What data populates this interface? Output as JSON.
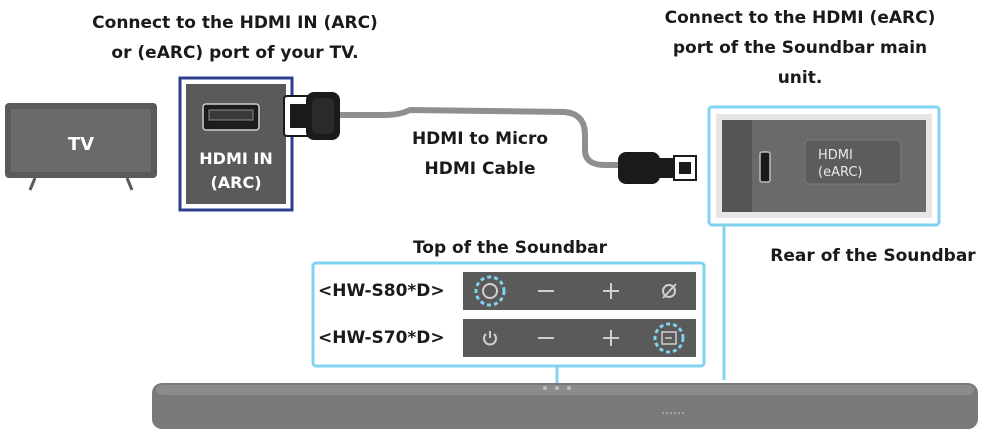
{
  "captions": {
    "tv_port_line1": "Connect to the HDMI IN (ARC)",
    "tv_port_line2": "or (eARC) port of your TV.",
    "soundbar_port_line1": "Connect to the HDMI (eARC)",
    "soundbar_port_line2": "port of the Soundbar main",
    "soundbar_port_line3": "unit.",
    "cable_line1": "HDMI to Micro",
    "cable_line2": "HDMI Cable",
    "top_of_soundbar": "Top of the Soundbar",
    "rear_of_soundbar": "Rear of the Soundbar"
  },
  "tv": {
    "label": "TV"
  },
  "tv_port": {
    "label_line1": "HDMI IN",
    "label_line2": "(ARC)"
  },
  "soundbar_port": {
    "label_line1": "HDMI",
    "label_line2": "(eARC)"
  },
  "models": [
    {
      "name": "<HW-S80*D>",
      "buttons": [
        "multi-function-icon",
        "minus-icon",
        "plus-icon",
        "mic-off-icon"
      ],
      "highlighted": 0
    },
    {
      "name": "<HW-S70*D>",
      "buttons": [
        "power-icon",
        "minus-icon",
        "plus-icon",
        "source-icon"
      ],
      "highlighted": 3
    }
  ],
  "colors": {
    "highlight_blue": "#2b3f8f",
    "callout_light_blue": "#7fd3f0",
    "dark_gray": "#555555",
    "cable_gray": "#9a9a9a"
  }
}
